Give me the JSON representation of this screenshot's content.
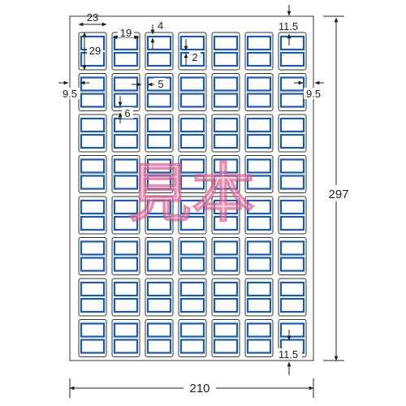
{
  "sheet": {
    "width_label": "210",
    "height_label": "297",
    "rows": 8,
    "columns": 7
  },
  "dimensions": {
    "label_width": "23",
    "label_height": "29",
    "inner_width": "19",
    "top_margin": "11.5",
    "bottom_margin": "11.5",
    "left_margin": "9.5",
    "right_margin": "9.5",
    "horizontal_gap": "5",
    "vertical_gap": "6",
    "edge_inset": "4",
    "split_gap": "2"
  },
  "watermark": {
    "text": "見本"
  },
  "colors": {
    "outline": "#333333",
    "label_frame": "#1f5aa6",
    "watermark": "#e9a3c2"
  }
}
